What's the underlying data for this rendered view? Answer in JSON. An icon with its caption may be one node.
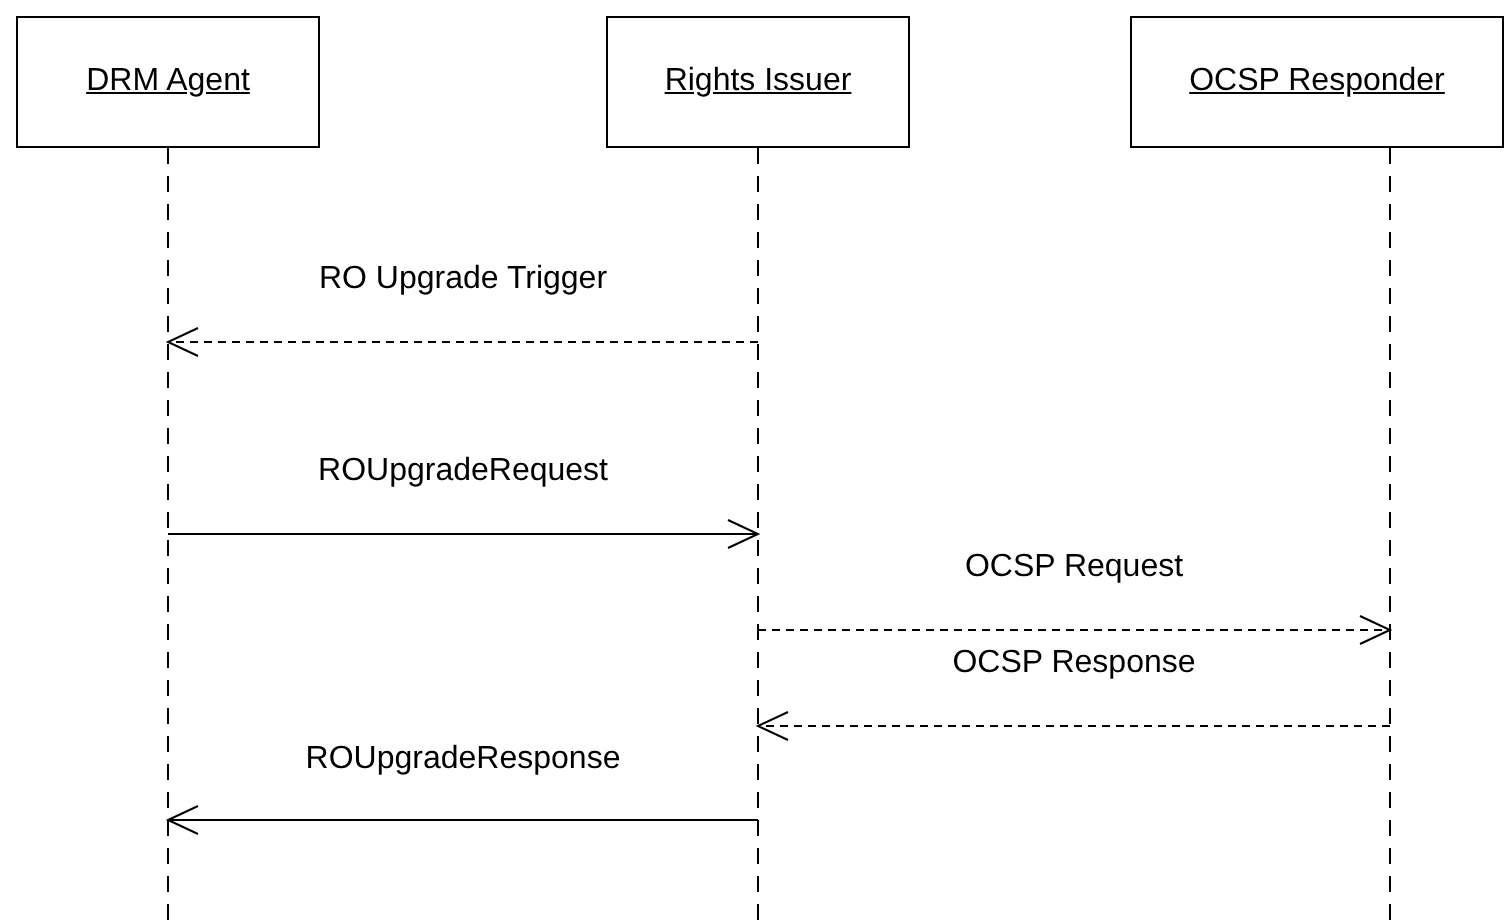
{
  "diagram": {
    "nodes": [
      {
        "text": [
          "DRM Agent"
        ]
      },
      {
        "text": [
          "Rights Issuer"
        ]
      },
      {
        "text": [
          "OCSP Responder"
        ]
      }
    ],
    "edges": [
      {
        "from": 1,
        "to": 0,
        "arrow": "to",
        "label": "RO Upgrade Trigger",
        "style": "dashed"
      },
      {
        "from": 0,
        "to": 1,
        "arrow": "to",
        "label": "ROUpgradeRequest"
      },
      {
        "from": 1,
        "to": 2,
        "arrow": "to",
        "label": "OCSP Request",
        "style": "dashed"
      },
      {
        "from": 2,
        "to": 1,
        "arrow": "to",
        "label": "OCSP Response",
        "style": "dashed"
      },
      {
        "from": 1,
        "to": 0,
        "arrow": "to",
        "label": "ROUpgradeResponse"
      }
    ]
  }
}
